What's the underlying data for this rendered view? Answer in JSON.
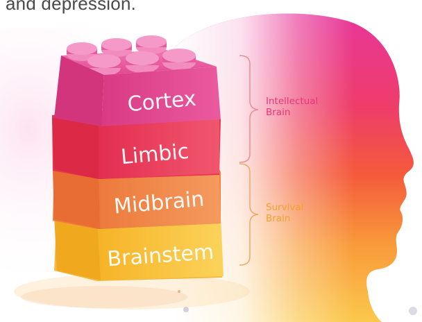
{
  "header": {
    "caption_fragment": "and depression."
  },
  "blocks": [
    {
      "label": "Cortex"
    },
    {
      "label": "Limbic"
    },
    {
      "label": "Midbrain"
    },
    {
      "label": "Brainstem"
    }
  ],
  "groups": [
    {
      "line1": "Intellectual",
      "line2": "Brain",
      "color": "#e8357a"
    },
    {
      "line1": "Survival",
      "line2": "Brain",
      "color": "#f3a22f"
    }
  ],
  "colors": {
    "cortex": "#e6418f",
    "limbic": "#ea3b58",
    "midbrain": "#f0884c",
    "brainstem": "#f8c33a",
    "head_top": "#e8369a",
    "head_mid": "#f04646",
    "head_bottom": "#fbbf45"
  }
}
